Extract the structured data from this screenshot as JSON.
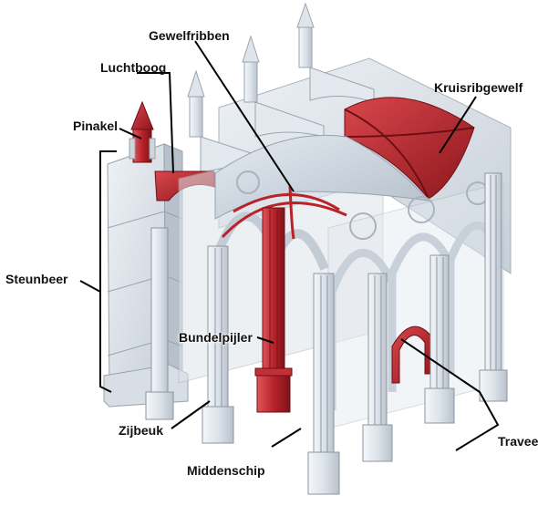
{
  "labels": {
    "gewelfribben": "Gewelfribben",
    "luchtboog": "Luchtboog",
    "kruisribgewelf": "Kruisribgewelf",
    "pinakel": "Pinakel",
    "steunbeer": "Steunbeer",
    "bundelpijler": "Bundelpijler",
    "zijbeuk": "Zijbeuk",
    "travee": "Travee",
    "middenschip": "Middenschip"
  },
  "colors": {
    "stone_light": "#e9eef3",
    "stone_mid": "#cfd6de",
    "stone_dark": "#a9b2bc",
    "highlight_red": "#b8232a",
    "highlight_red_dark": "#7e1319",
    "leader_line": "#000000"
  }
}
